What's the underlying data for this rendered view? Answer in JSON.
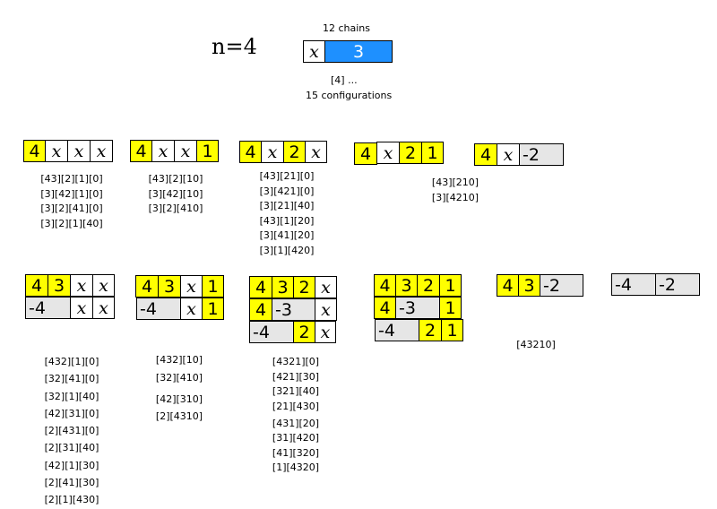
{
  "header": {
    "n_label": "n=4",
    "chains_label": "12 chains",
    "legend_var": "x",
    "legend_value": "3",
    "partition_label": "[4] ...",
    "configs_label": "15 configurations"
  },
  "colors": {
    "yellow": "#ffff00",
    "grey": "#e6e6e6",
    "blue": "#1e90ff"
  },
  "configs": [
    {
      "id": "c1",
      "rows": [
        [
          "4",
          "x",
          "x",
          "x"
        ]
      ],
      "labels": [
        "[43][2][1][0]",
        "[3][42][1][0]",
        "[3][2][41][0]",
        "[3][2][1][40]"
      ]
    },
    {
      "id": "c2",
      "rows": [
        [
          "4",
          "x",
          "x",
          "1"
        ]
      ],
      "labels": [
        "[43][2][10]",
        "[3][42][10]",
        "[3][2][410]"
      ]
    },
    {
      "id": "c3",
      "rows": [
        [
          "4",
          "x",
          "2",
          "x"
        ]
      ],
      "labels": [
        "[43][21][0]",
        "[3][421][0]",
        "[3][21][40]",
        "[43][1][20]",
        "[3][41][20]",
        "[3][1][420]"
      ]
    },
    {
      "id": "c4",
      "rows": [
        [
          "4",
          "x",
          "2",
          "1"
        ]
      ],
      "labels": [
        "[43][210]",
        "[3][4210]"
      ]
    },
    {
      "id": "c5",
      "rows": [
        [
          "4",
          "x",
          "-2"
        ]
      ],
      "labels": []
    },
    {
      "id": "c6",
      "rows": [
        [
          "4",
          "3",
          "x",
          "x"
        ],
        [
          "-4",
          "x",
          "x"
        ]
      ],
      "labels": [
        "[432][1][0]",
        "[32][41][0]",
        "[32][1][40]",
        "[42][31][0]",
        "[2][431][0]",
        "[2][31][40]",
        "[42][1][30]",
        "[2][41][30]",
        "[2][1][430]"
      ]
    },
    {
      "id": "c7",
      "rows": [
        [
          "4",
          "3",
          "x",
          "1"
        ],
        [
          "-4",
          "x",
          "1"
        ]
      ],
      "labels": [
        "[432][10]",
        "[32][410]",
        "[42][310]",
        "[2][4310]"
      ]
    },
    {
      "id": "c8",
      "rows": [
        [
          "4",
          "3",
          "2",
          "x"
        ],
        [
          "4",
          "-3",
          "x"
        ],
        [
          "-4",
          "2",
          "x"
        ]
      ],
      "labels": [
        "[4321][0]",
        "[421][30]",
        "[321][40]",
        "[21][430]",
        "[431][20]",
        "[31][420]",
        "[41][320]",
        "[1][4320]"
      ]
    },
    {
      "id": "c9",
      "rows": [
        [
          "4",
          "3",
          "2",
          "1"
        ],
        [
          "4",
          "-3",
          "1"
        ],
        [
          "-4",
          "2",
          "1"
        ]
      ],
      "labels": []
    },
    {
      "id": "c10",
      "rows": [
        [
          "4",
          "3",
          "-2"
        ]
      ],
      "labels": [
        "[43210]"
      ]
    },
    {
      "id": "c11",
      "rows": [
        [
          "-4",
          "-2"
        ]
      ],
      "labels": []
    }
  ]
}
